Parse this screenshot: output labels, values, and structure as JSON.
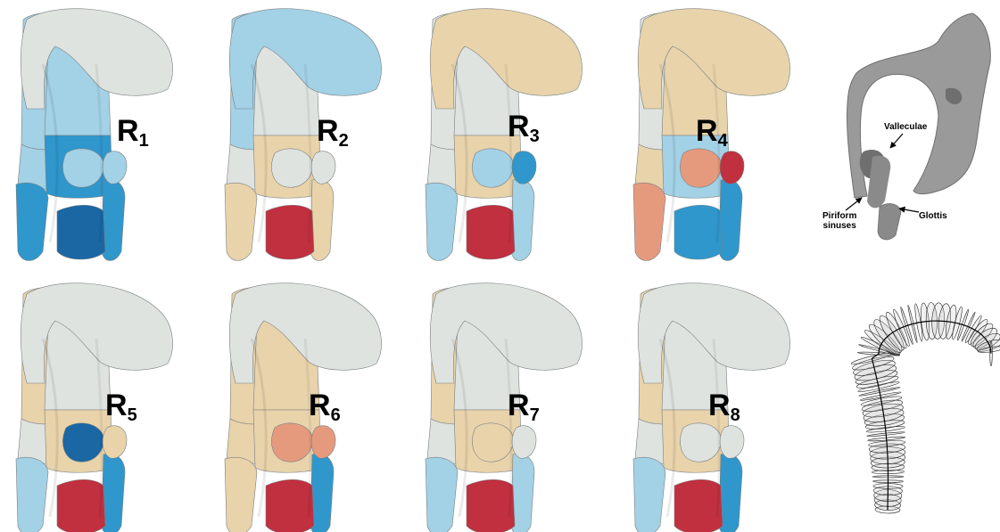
{
  "colors": {
    "light": "#dfe3e0",
    "tan": "#e8d3ab",
    "lightblue": "#a3d1e6",
    "blue": "#2f97cc",
    "darkblue": "#1a67a4",
    "salmon": "#e59a7e",
    "red": "#c0303f",
    "grey": "#9a9a9a",
    "darkgrey": "#6f6f6f"
  },
  "panels": [
    {
      "id": "R1",
      "base": "R",
      "sub": "1",
      "fills": {
        "arch": "light",
        "postUpper": "lightblue",
        "postLower": "lightblue",
        "pharynxUpper": "lightblue",
        "pharynxLower": "blue",
        "lobeL": "lightblue",
        "lobeR": "lightblue",
        "sinusL": "blue",
        "sinusR": "blue",
        "larynx": "darkblue"
      }
    },
    {
      "id": "R2",
      "base": "R",
      "sub": "2",
      "fills": {
        "arch": "lightblue",
        "postUpper": "lightblue",
        "postLower": "light",
        "pharynxUpper": "light",
        "pharynxLower": "tan",
        "lobeL": "light",
        "lobeR": "light",
        "sinusL": "tan",
        "sinusR": "tan",
        "larynx": "red"
      }
    },
    {
      "id": "R3",
      "base": "R",
      "sub": "3",
      "fills": {
        "arch": "tan",
        "postUpper": "light",
        "postLower": "light",
        "pharynxUpper": "light",
        "pharynxLower": "tan",
        "lobeL": "lightblue",
        "lobeR": "blue",
        "sinusL": "lightblue",
        "sinusR": "lightblue",
        "larynx": "red"
      }
    },
    {
      "id": "R4",
      "base": "R",
      "sub": "4",
      "fills": {
        "arch": "tan",
        "postUpper": "light",
        "postLower": "tan",
        "pharynxUpper": "tan",
        "pharynxLower": "lightblue",
        "lobeL": "salmon",
        "lobeR": "red",
        "sinusL": "salmon",
        "sinusR": "blue",
        "larynx": "blue"
      }
    },
    {
      "id": "R5",
      "base": "R",
      "sub": "5",
      "fills": {
        "arch": "light",
        "postUpper": "tan",
        "postLower": "light",
        "pharynxUpper": "light",
        "pharynxLower": "tan",
        "lobeL": "darkblue",
        "lobeR": "tan",
        "sinusL": "lightblue",
        "sinusR": "blue",
        "larynx": "red"
      }
    },
    {
      "id": "R6",
      "base": "R",
      "sub": "6",
      "fills": {
        "arch": "light",
        "postUpper": "tan",
        "postLower": "tan",
        "pharynxUpper": "tan",
        "pharynxLower": "tan",
        "lobeL": "salmon",
        "lobeR": "salmon",
        "sinusL": "tan",
        "sinusR": "blue",
        "larynx": "red"
      }
    },
    {
      "id": "R7",
      "base": "R",
      "sub": "7",
      "fills": {
        "arch": "light",
        "postUpper": "tan",
        "postLower": "light",
        "pharynxUpper": "light",
        "pharynxLower": "tan",
        "lobeL": "tan",
        "lobeR": "light",
        "sinusL": "lightblue",
        "sinusR": "lightblue",
        "larynx": "red"
      }
    },
    {
      "id": "R8",
      "base": "R",
      "sub": "8",
      "fills": {
        "arch": "light",
        "postUpper": "tan",
        "postLower": "light",
        "pharynxUpper": "light",
        "pharynxLower": "tan",
        "lobeL": "light",
        "lobeR": "light",
        "sinusL": "lightblue",
        "sinusR": "blue",
        "larynx": "red"
      }
    }
  ],
  "annotations": {
    "valleculae": "Valleculae",
    "piriform_line1": "Piriform",
    "piriform_line2": "sinuses",
    "glottis": "Glottis"
  }
}
